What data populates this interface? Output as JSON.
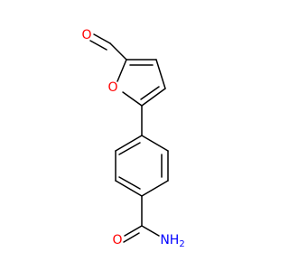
{
  "molecule": {
    "atoms": {
      "aldehyde_oxygen": {
        "label": "O",
        "color": "#ff0000"
      },
      "furan_oxygen": {
        "label": "O",
        "color": "#ff0000"
      },
      "amide_oxygen": {
        "label": "O",
        "color": "#ff0000"
      },
      "amide_nitrogen": {
        "label": "NH",
        "subscript": "2",
        "color": "#0000ff"
      }
    },
    "bond_color": "#000000"
  }
}
